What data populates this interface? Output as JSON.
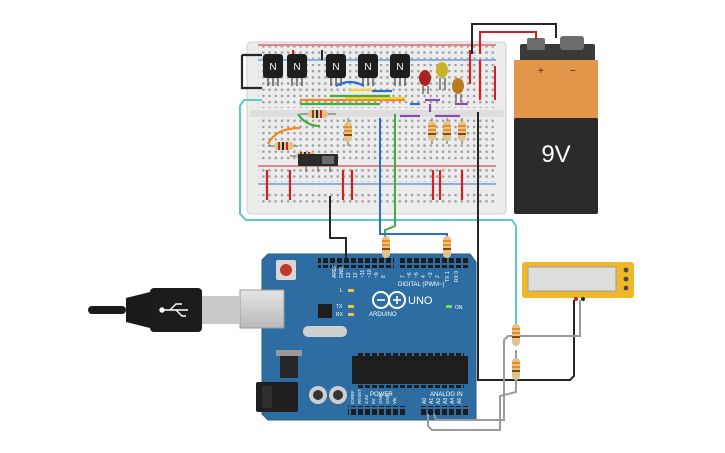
{
  "battery": {
    "label": "9V",
    "plus": "+",
    "minus": "−"
  },
  "arduino": {
    "brand": "ARDUINO",
    "model": "UNO",
    "digital_label": "DIGITAL (PWM~)",
    "power_label": "POWER",
    "analog_label": "ANALOG IN",
    "on_label": "ON",
    "l_label": "L",
    "tx_label": "TX",
    "rx_label": "RX",
    "aref_label": "AREF",
    "gnd_label": "GND",
    "top_pins": [
      "13",
      "12",
      "~11",
      "~10",
      "~9",
      "8",
      "7",
      "~6",
      "~5",
      "4",
      "~3",
      "2",
      "TX 1",
      "RX 0"
    ],
    "power_pins": [
      "IOREF",
      "RESET",
      "3.3V",
      "5V",
      "GND",
      "GND",
      "Vin"
    ],
    "analog_pins": [
      "A0",
      "A1",
      "A2",
      "A3",
      "A4",
      "A5"
    ]
  },
  "transistors": {
    "label": "N",
    "count": 5
  },
  "colors": {
    "board": "#2e6da1",
    "battery_body": "#e1964a",
    "battery_bottom": "#2b2b2b",
    "breadboard": "#eeeeee",
    "wire_red": "#d21f1f",
    "wire_teal": "#5ec7c7",
    "wire_green": "#3fae3f",
    "wire_orange": "#ef8a1e",
    "wire_yellow": "#f2d33a",
    "wire_purple": "#8e4ab0",
    "wire_black": "#262626",
    "wire_gray": "#9a9a9a",
    "lcd_yellow": "#efb72a"
  }
}
